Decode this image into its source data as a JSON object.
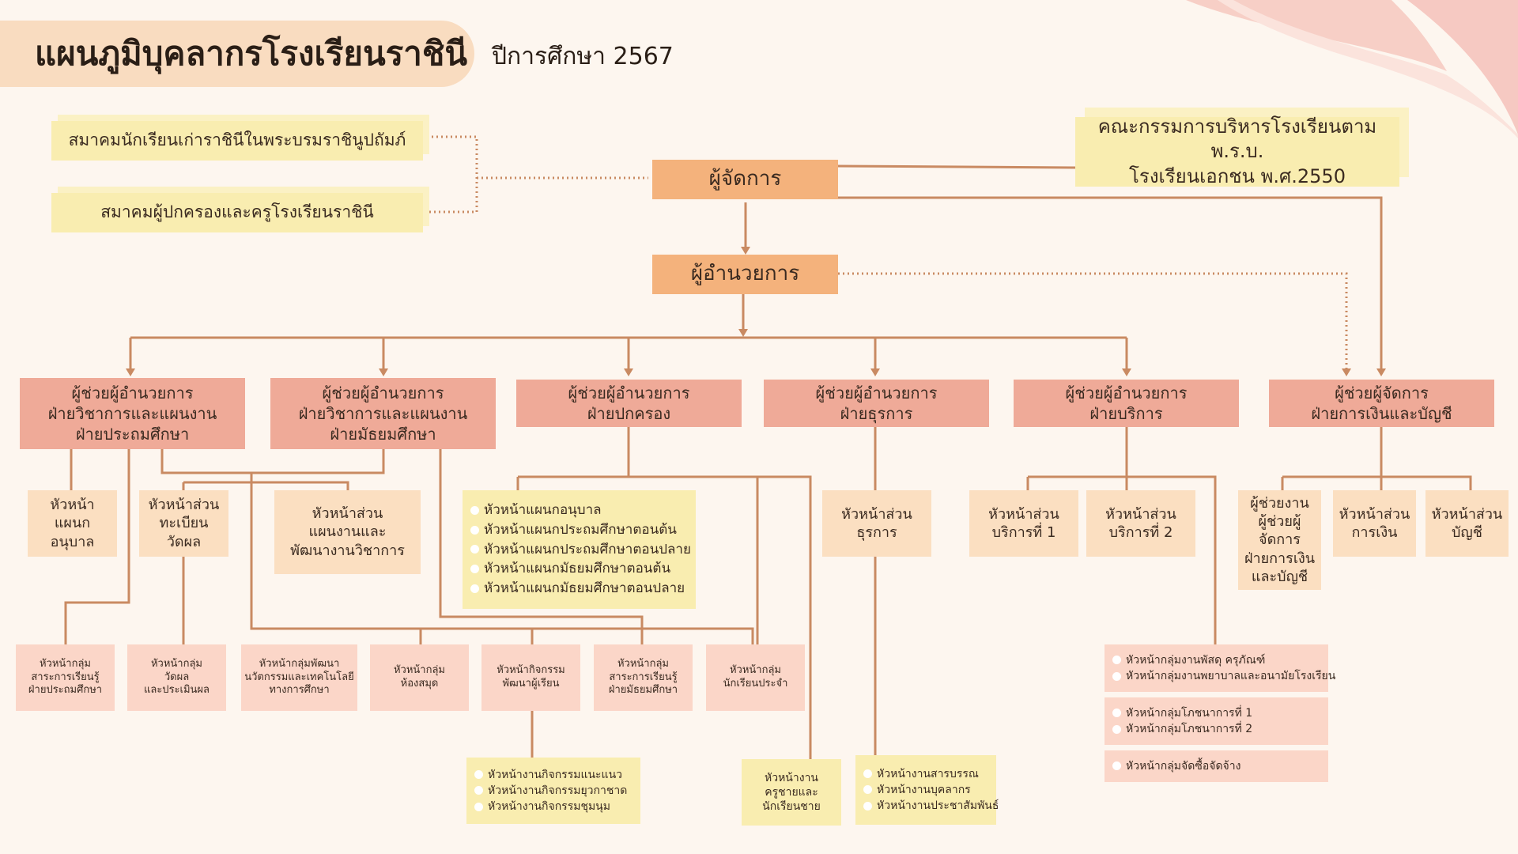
{
  "header": {
    "title": "แผนภูมิบุคลากรโรงเรียนราชินี",
    "subtitle": "ปีการศึกษา 2567"
  },
  "associations": {
    "alumni": "สมาคมนักเรียนเก่าราชินีในพระบรมราชินูปถัมภ์",
    "parents": "สมาคมผู้ปกครองและครูโรงเรียนราชินี"
  },
  "committee": {
    "line1": "คณะกรรมการบริหารโรงเรียนตาม พ.ร.บ.",
    "line2": "โรงเรียนเอกชน พ.ศ.2550"
  },
  "top": {
    "manager": "ผู้จัดการ",
    "director": "ผู้อำนวยการ"
  },
  "divisions": {
    "d1": [
      "ผู้ช่วยผู้อำนวยการ",
      "ฝ่ายวิชาการและแผนงาน",
      "ฝ่ายประถมศึกษา"
    ],
    "d2": [
      "ผู้ช่วยผู้อำนวยการ",
      "ฝ่ายวิชาการและแผนงาน",
      "ฝ่ายมัธยมศึกษา"
    ],
    "d3": [
      "ผู้ช่วยผู้อำนวยการ",
      "ฝ่ายปกครอง"
    ],
    "d4": [
      "ผู้ช่วยผู้อำนวยการ",
      "ฝ่ายธุรการ"
    ],
    "d5": [
      "ผู้ช่วยผู้อำนวยการ",
      "ฝ่ายบริการ"
    ],
    "d6": [
      "ผู้ช่วยผู้จัดการ",
      "ฝ่ายการเงินและบัญชี"
    ]
  },
  "sections": {
    "kindergarten_head": [
      "หัวหน้า",
      "แผนกอนุบาล"
    ],
    "registry": [
      "หัวหน้าส่วน",
      "ทะเบียนวัดผล"
    ],
    "planning": [
      "หัวหน้าส่วน",
      "แผนงานและ",
      "พัฒนางานวิชาการ"
    ],
    "admin_sec": [
      "หัวหน้าส่วน",
      "ธุรการ"
    ],
    "service1": [
      "หัวหน้าส่วน",
      "บริการที่ 1"
    ],
    "service2": [
      "หัวหน้าส่วน",
      "บริการที่ 2"
    ],
    "fin_asst": [
      "ผู้ช่วยงาน",
      "ผู้ช่วยผู้จัดการ",
      "ฝ่ายการเงิน",
      "และบัญชี"
    ],
    "finance": [
      "หัวหน้าส่วน",
      "การเงิน"
    ],
    "account": [
      "หัวหน้าส่วน",
      "บัญชี"
    ]
  },
  "discipline_list": [
    "หัวหน้าแผนกอนุบาล",
    "หัวหน้าแผนกประถมศึกษาตอนต้น",
    "หัวหน้าแผนกประถมศึกษาตอนปลาย",
    "หัวหน้าแผนกมัธยมศึกษาตอนต้น",
    "หัวหน้าแผนกมัธยมศึกษาตอนปลาย"
  ],
  "groups": {
    "g1": [
      "หัวหน้ากลุ่ม",
      "สาระการเรียนรู้",
      "ฝ่ายประถมศึกษา"
    ],
    "g2": [
      "หัวหน้ากลุ่ม",
      "วัดผล",
      "และประเมินผล"
    ],
    "g3": [
      "หัวหน้ากลุ่มพัฒนา",
      "นวัตกรรมและเทคโนโลยี",
      "ทางการศึกษา"
    ],
    "g4": [
      "หัวหน้ากลุ่ม",
      "ห้องสมุด"
    ],
    "g5": [
      "หัวหน้ากิจกรรม",
      "พัฒนาผู้เรียน"
    ],
    "g6": [
      "หัวหน้ากลุ่ม",
      "สาระการเรียนรู้",
      "ฝ่ายมัธยมศึกษา"
    ],
    "g7": [
      "หัวหน้ากลุ่ม",
      "นักเรียนประจำ"
    ]
  },
  "service_lists": {
    "s1": [
      "หัวหน้ากลุ่มงานพัสดุ ครุภัณฑ์",
      "หัวหน้ากลุ่มงานพยาบาลและอนามัยโรงเรียน"
    ],
    "s2": [
      "หัวหน้ากลุ่มโภชนาการที่ 1",
      "หัวหน้ากลุ่มโภชนาการที่ 2"
    ],
    "s3": [
      "หัวหน้ากลุ่มจัดซื้อจัดจ้าง"
    ]
  },
  "bottom": {
    "activities": [
      "หัวหน้างานกิจกรรมแนะแนว",
      "หัวหน้างานกิจกรรมยุวกาชาด",
      "หัวหน้างานกิจกรรมชุมนุม"
    ],
    "male_teachers": [
      "หัวหน้างาน",
      "ครูชายและ",
      "นักเรียนชาย"
    ],
    "admin_works": [
      "หัวหน้างานสารบรรณ",
      "หัวหน้างานบุคลากร",
      "หัวหน้างานประชาสัมพันธ์"
    ]
  },
  "colors": {
    "line": "#c98a62",
    "orange": "#f4b27c",
    "salmon": "#efaa98",
    "peach": "#fbdfc1",
    "pink": "#fbd6c8",
    "yellow": "#f9edb0",
    "fold": "#c98a62"
  }
}
